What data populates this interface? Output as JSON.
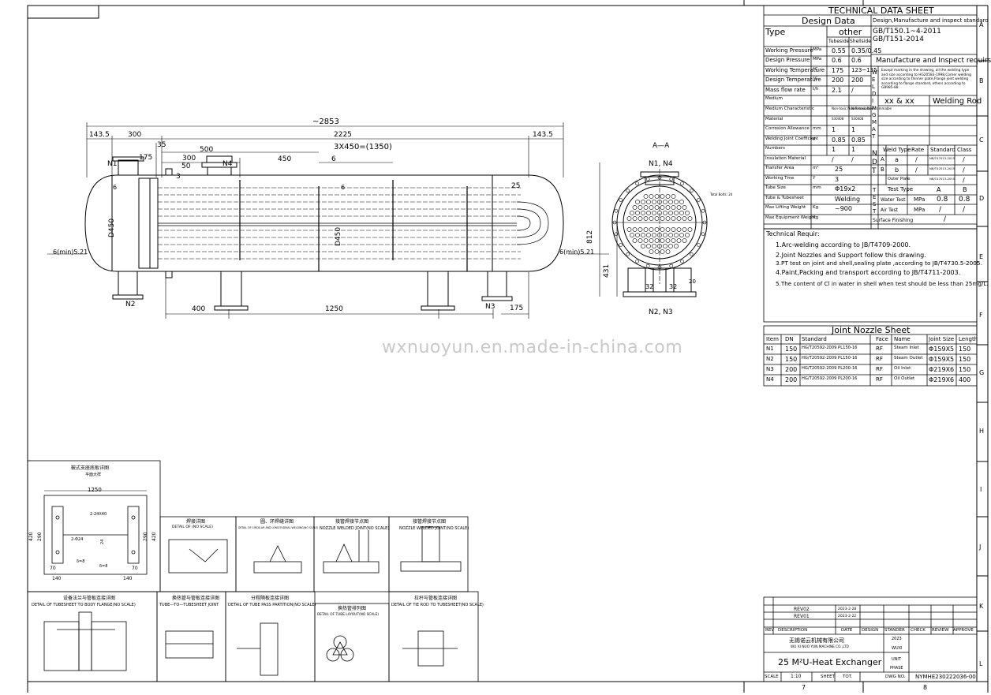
{
  "watermark": "wxnuoyun.en.made-in-china.com",
  "border": {
    "right_letters": [
      "A",
      "B",
      "C",
      "D",
      "E",
      "F",
      "G",
      "H",
      "I",
      "J",
      "K",
      "L"
    ],
    "bottom_numbers": [
      "7",
      "8"
    ]
  },
  "tech_sheet": {
    "title": "TECHNICAL DATA SHEET",
    "design_data": "Design Data",
    "design_code_header": "Design,Manufacture and inspect standard",
    "type_label": "Type",
    "type_value": "other",
    "tubeside": "Tubeside",
    "shellside": "Shellside",
    "code1": "GB/T150.1~4-2011",
    "code2": "GB/T151-2014",
    "manufacture_req": "Manufacture and Inspect requirs",
    "manufacture_note": "Except marking in the drawing, all the welding type and size according to HG20583-1998,Corner welding size according to thinner plate,Flange joint welding according to flange standard, others according to GB985-88.",
    "rows": [
      {
        "label": "Working Pressure",
        "unit": "MPa",
        "tube": "0.55",
        "shell": "0.35/0.45"
      },
      {
        "label": "Design Pressure",
        "unit": "MPa",
        "tube": "0.6",
        "shell": "0.6"
      },
      {
        "label": "Working Temperature",
        "unit": "°C",
        "tube": "175",
        "shell": "123~135"
      },
      {
        "label": "Design Temperature",
        "unit": "°C",
        "tube": "200",
        "shell": "200"
      },
      {
        "label": "Mass flow rate",
        "unit": "t/h",
        "tube": "2.1",
        "shell": "/"
      },
      {
        "label": "Medium",
        "unit": "",
        "tube": "",
        "shell": ""
      },
      {
        "label": "Medium Characteristic",
        "unit": "",
        "tube": "Non-toxic Non-flammable",
        "shell": "Non-toxic Non-flammable"
      },
      {
        "label": "Material",
        "unit": "",
        "tube": "S30408",
        "shell": "S30408"
      },
      {
        "label": "Corrosion Allowance",
        "unit": "mm",
        "tube": "1",
        "shell": "1"
      },
      {
        "label": "Welding Joint Coefficient",
        "unit": "φ",
        "tube": "0.85",
        "shell": "0.85"
      },
      {
        "label": "Numbers",
        "unit": "",
        "tube": "1",
        "shell": "1"
      },
      {
        "label": "Insulation Material",
        "unit": "",
        "tube": "/",
        "shell": "/"
      },
      {
        "label": "Transfer Area",
        "unit": "m²",
        "tube": "25",
        "shell": ""
      },
      {
        "label": "Working Tme",
        "unit": "Y",
        "tube": "3",
        "shell": ""
      },
      {
        "label": "Tube Size",
        "unit": "mm",
        "tube": "Φ19x2",
        "shell": ""
      },
      {
        "label": "Tube & Tubesheet",
        "unit": "",
        "tube": "Welding",
        "shell": ""
      },
      {
        "label": "Max Lifting Weight",
        "unit": "Kg",
        "tube": "~900",
        "shell": ""
      },
      {
        "label": "Max Equipment Weight",
        "unit": "Kg",
        "tube": "",
        "shell": ""
      }
    ],
    "welding_rod_header": "Welding Rod",
    "welding_rod_left": "xx & xx",
    "welding_mat_vertical": "WELDING MAT",
    "ndt_vertical": "NDT",
    "test_vertical": "TEST",
    "ndt_header": [
      "Weld Type",
      "Rate",
      "Standard",
      "Class"
    ],
    "ndt_rows": [
      {
        "g": "A",
        "type": "a",
        "rate": "/",
        "std": "NB/T47013-2015",
        "cls": "/"
      },
      {
        "g": "B",
        "type": "b",
        "rate": "/",
        "std": "NB/T47013-2015",
        "cls": "/"
      },
      {
        "g": "",
        "type": "Outer Plate",
        "rate": "",
        "std": "NB/T47013-2015",
        "cls": "/"
      }
    ],
    "test_header": [
      "Test Type",
      "",
      "A",
      "B"
    ],
    "test_rows": [
      {
        "type": "Water Test",
        "unit": "MPa",
        "a": "0.8",
        "b": "0.8"
      },
      {
        "type": "Air Test",
        "unit": "MPa",
        "a": "/",
        "b": "/"
      }
    ],
    "surface_finishing": "Surface Finishing",
    "surface_finishing_value": "/",
    "tech_req_title": "Technical Requir:",
    "tech_req": [
      "1.Arc-welding according to JB/T4709-2000.",
      "2.Joint Nozzles and Support follow this drawing.",
      "3.PT test on joint and shell,sealing plate ,according to JB/T4730.5-2005.",
      "4.Paint,Packing and transport according to JB/T4711-2003.",
      "5.The content of Cl in water in shell when test should be less than 25mg/L."
    ]
  },
  "nozzle_sheet": {
    "title": "Joint Nozzle Sheet",
    "headers": [
      "Item",
      "DN",
      "Standard",
      "Face",
      "Name",
      "Joint Size",
      "Length"
    ],
    "rows": [
      [
        "N1",
        "150",
        "HG/T20592-2009 PL150-16",
        "RF",
        "Steam Inlet",
        "Φ159X5",
        "150"
      ],
      [
        "N2",
        "150",
        "HG/T20592-2009 PL150-16",
        "RF",
        "Steam Outlet",
        "Φ159X5",
        "150"
      ],
      [
        "N3",
        "200",
        "HG/T20592-2009 PL200-16",
        "RF",
        "Oil Inlet",
        "Φ219X6",
        "150"
      ],
      [
        "N4",
        "200",
        "HG/T20592-2009 PL200-16",
        "RF",
        "Oil Outlet",
        "Φ219X6",
        "400"
      ]
    ]
  },
  "main_drawing": {
    "overall": "~2853",
    "dim_1435_left": "143.5",
    "dim_300": "300",
    "dim_2225": "2225",
    "dim_1435_right": "143.5",
    "dim_35": "35",
    "dim_3x450": "3X450=(1350)",
    "dim_175": "175",
    "dim_500": "500",
    "dim_300b": "300",
    "dim_50": "50",
    "dim_450": "450",
    "dim_6a": "6",
    "dim_6b": "6",
    "dim_3": "3",
    "dim_25": "25",
    "dim_6c": "6",
    "d450_left": "D450",
    "d450_right": "D450",
    "weld_left": "6(min)5.21",
    "weld_right": "6(min)5.21",
    "n1": "N1",
    "n2": "N2",
    "n3": "N3",
    "n4": "N4",
    "dim_400": "400",
    "dim_1250": "1250",
    "dim_175b": "175"
  },
  "section": {
    "title": "A—A",
    "top_label": "N1, N4",
    "bottom_label": "N2, N3",
    "dim_812": "812",
    "dim_431": "431",
    "dim_32a": "32",
    "dim_32b": "32",
    "dim_20": "20",
    "note": "Total Bolts: 24"
  },
  "details": [
    {
      "title": "鞍式支座底板详图",
      "sub": "平面大样"
    },
    {
      "title": "焊接详图",
      "sub": "DETAIL OF (NO SCALE)"
    },
    {
      "title": "圆、环焊缝详图",
      "sub": "DETAIL OF CIRCULAR AND LONGITUDINAL WELDING(NO SCALE)"
    },
    {
      "title": "接管焊接节点图",
      "sub": "NOZZLE WELDED JOINT(NO SCALE)"
    },
    {
      "title": "接管焊接节点图",
      "sub": "NOZZLE WELDED JOINT(NO SCALE)"
    },
    {
      "title": "设备法兰与管板连接详图",
      "sub": "DETAIL OF TUBESHEET TO BODY FLANGE(NO SCALE)"
    },
    {
      "title": "换热管与管板连接详图",
      "sub": "TUBE—TO—TUBESHEET JOINT"
    },
    {
      "title": "分程隔板连接详图",
      "sub": "DETAIL OF TUBE PASS PARTITION(NO SCALE)"
    },
    {
      "title": "换热管排列图",
      "sub": "DETAIL OF TUBE LAYOUT(NO SCALE)"
    },
    {
      "title": "拉杆与管板连接详图",
      "sub": "DETAIL OF TIE ROD TO TUBESHEET(NO SCALE)"
    }
  ],
  "saddle": {
    "dim_1250": "1250",
    "dim_420a": "420",
    "dim_420b": "420",
    "dim_290a": "290",
    "dim_290b": "290",
    "dim_140a": "140",
    "dim_140b": "140",
    "dim_70a": "70",
    "dim_70b": "70",
    "hole_note": "2-24X40",
    "hole_note2": "2-Φ24",
    "delta8a": "δ=8",
    "delta8b": "δ=8",
    "dim_24": "24"
  },
  "title_block": {
    "rev2": "REV02",
    "rev2_date": "2023-2-28",
    "rev1": "REV01",
    "rev1_date": "2023-2-22",
    "col_rev": "REV",
    "col_description": "DESCRIPTION",
    "col_date": "DATE",
    "col_design": "DESIGN",
    "col_stander": "STANDER",
    "col_check": "CHECK",
    "col_review": "REVIEW",
    "col_approve": "APPROVE",
    "company_cn": "无锡诺云机械有限公司",
    "company_en": "WU XI NUO YUN MACHINE CO.,LTD",
    "year": "2023",
    "city": "WUXI",
    "unit": "UNIT",
    "phase": "PHASE",
    "product": "25 M²U-Heat Exchanger",
    "scale_label": "SCALE",
    "scale": "1:10",
    "sheet_label": "SHEET",
    "tot_label": "TOT.",
    "dwg_label": "DWG NO.",
    "dwg_no": "NYMHE230222036-00"
  }
}
